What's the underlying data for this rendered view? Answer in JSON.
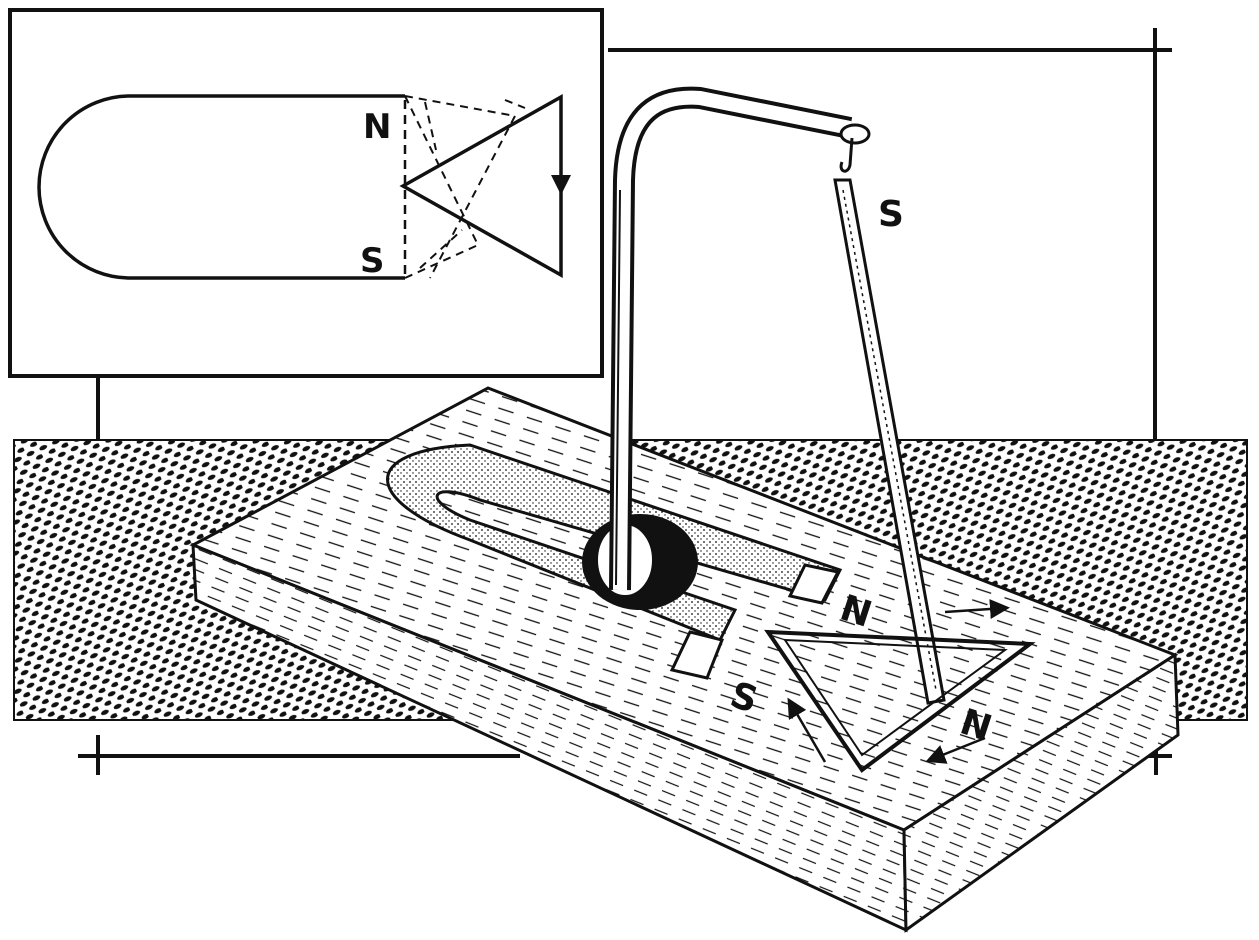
{
  "figure": {
    "ink_color": "#111111",
    "paper_color": "#ffffff",
    "inset": {
      "north_label": "N",
      "south_label": "S"
    },
    "scene": {
      "magnet_north_label": "N",
      "magnet_south_label": "S",
      "rod_label": "S",
      "triangle_label": "N"
    }
  }
}
